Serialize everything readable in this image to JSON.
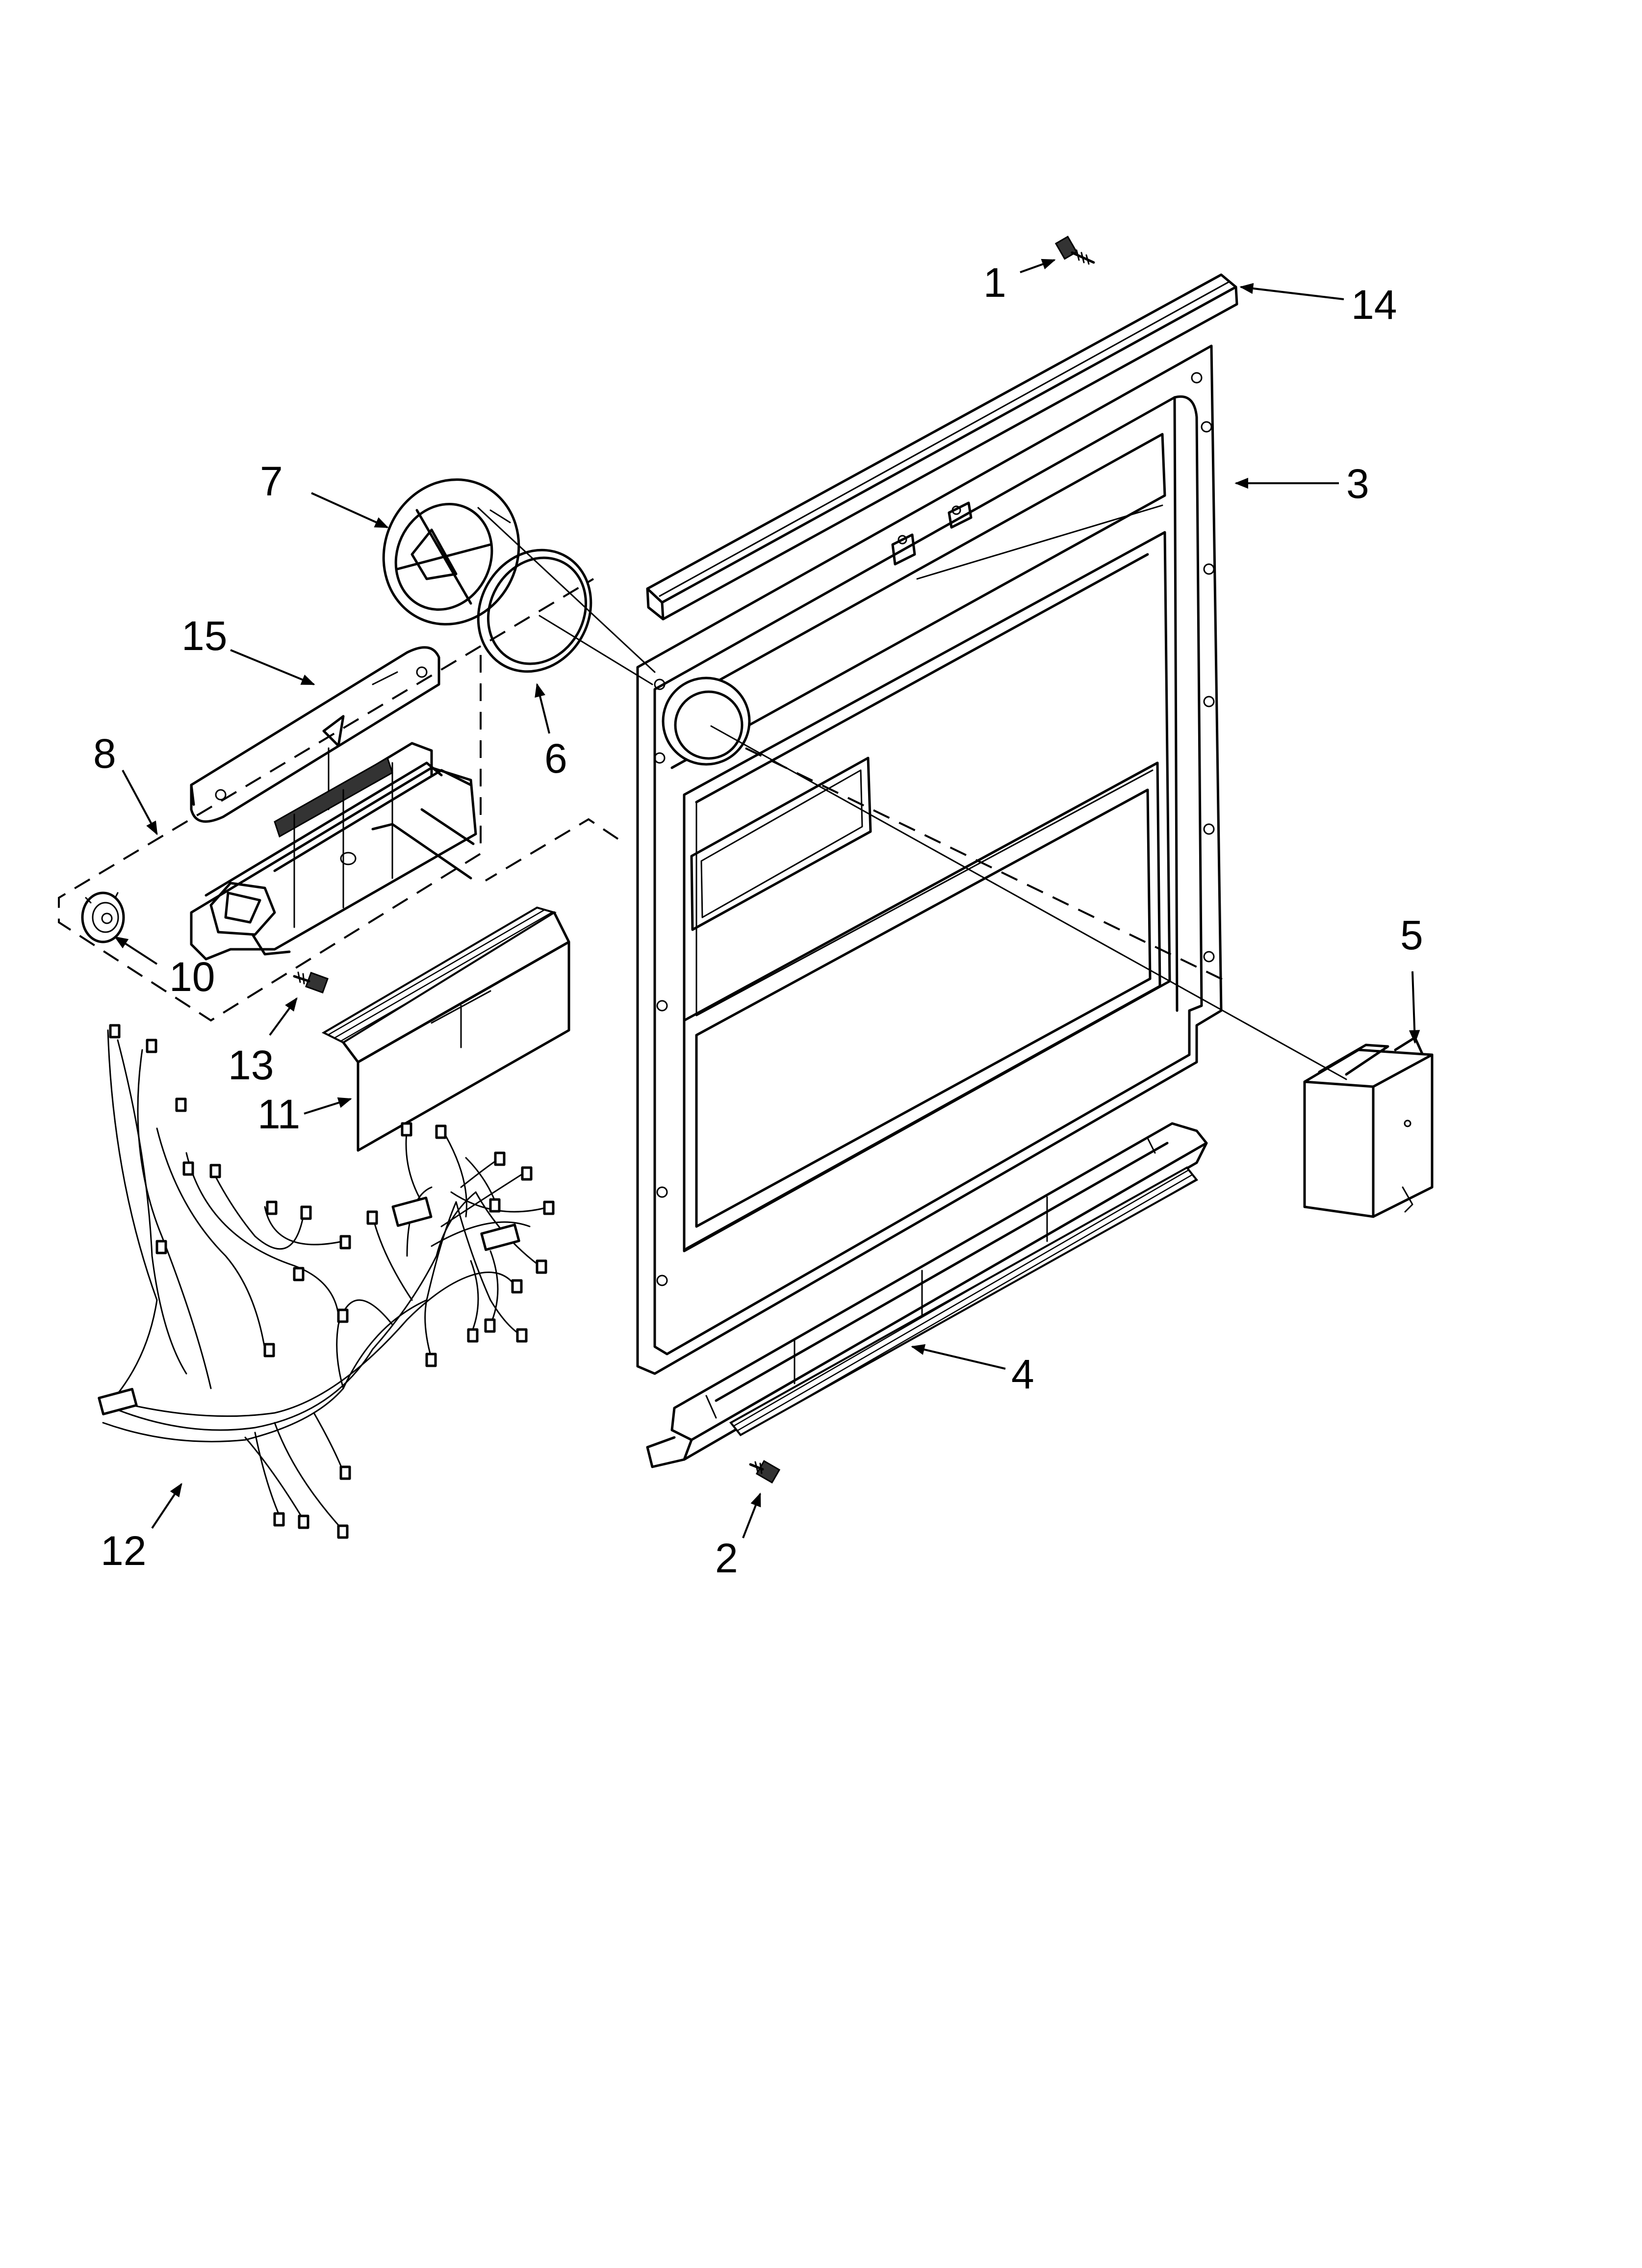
{
  "callouts": [
    {
      "id": "1",
      "label": "1"
    },
    {
      "id": "2",
      "label": "2"
    },
    {
      "id": "3",
      "label": "3"
    },
    {
      "id": "4",
      "label": "4"
    },
    {
      "id": "5",
      "label": "5"
    },
    {
      "id": "6",
      "label": "6"
    },
    {
      "id": "7",
      "label": "7"
    },
    {
      "id": "8",
      "label": "8"
    },
    {
      "id": "10",
      "label": "10"
    },
    {
      "id": "11",
      "label": "11"
    },
    {
      "id": "12",
      "label": "12"
    },
    {
      "id": "13",
      "label": "13"
    },
    {
      "id": "14",
      "label": "14"
    },
    {
      "id": "15",
      "label": "15"
    }
  ]
}
